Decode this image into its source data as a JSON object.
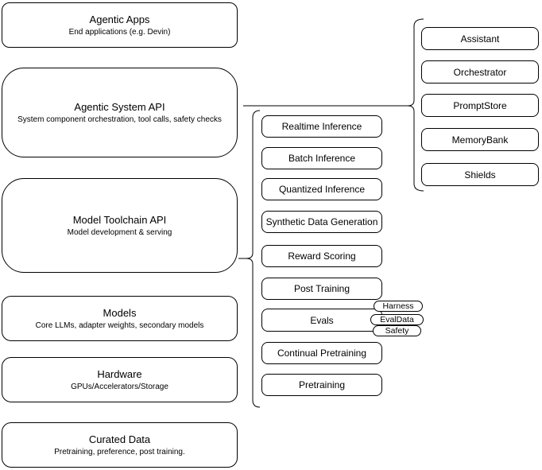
{
  "diagram": {
    "stack": [
      {
        "title": "Agentic Apps",
        "subtitle": "End applications (e.g. Devin)"
      },
      {
        "title": "Agentic System API",
        "subtitle": "System component orchestration, tool calls, safety checks"
      },
      {
        "title": "Model Toolchain API",
        "subtitle": "Model development & serving"
      },
      {
        "title": "Models",
        "subtitle": "Core LLMs, adapter weights, secondary models"
      },
      {
        "title": "Hardware",
        "subtitle": "GPUs/Accelerators/Storage"
      },
      {
        "title": "Curated Data",
        "subtitle": "Pretraining, preference, post training."
      }
    ],
    "toolchain_components": [
      "Realtime Inference",
      "Batch Inference",
      "Quantized Inference",
      "Synthetic Data Generation",
      "Reward Scoring",
      "Post Training",
      "Evals",
      "Continual Pretraining",
      "Pretraining"
    ],
    "eval_tags": [
      "Harness",
      "EvalData",
      "Safety"
    ],
    "system_components": [
      "Assistant",
      "Orchestrator",
      "PromptStore",
      "MemoryBank",
      "Shields"
    ]
  },
  "colors": {
    "background": "#ffffff",
    "stroke": "#000000",
    "text": "#000000"
  }
}
